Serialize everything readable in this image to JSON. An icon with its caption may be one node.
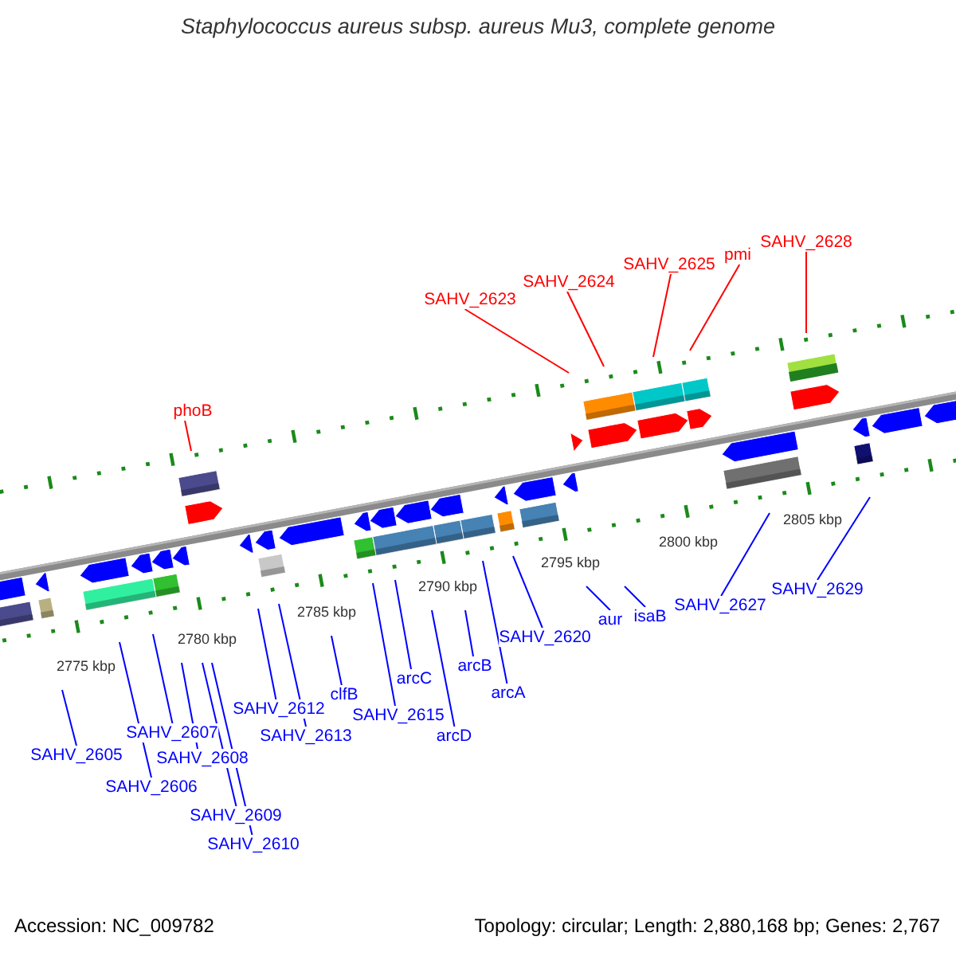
{
  "diagram": {
    "title": "Staphylococcus aureus subsp. aureus Mu3, complete genome",
    "nodes": [
      {
        "text": [
          "phoB"
        ]
      },
      {
        "text": [
          "SAHV_2623"
        ]
      },
      {
        "text": [
          "SAHV_2624"
        ]
      },
      {
        "text": [
          "SAHV_2625"
        ]
      },
      {
        "text": [
          "pmi"
        ]
      },
      {
        "text": [
          "SAHV_2628"
        ]
      },
      {
        "text": [
          "SAHV_2605"
        ]
      },
      {
        "text": [
          "SAHV_2606"
        ]
      },
      {
        "text": [
          "SAHV_2607"
        ]
      },
      {
        "text": [
          "SAHV_2608"
        ]
      },
      {
        "text": [
          "SAHV_2609"
        ]
      },
      {
        "text": [
          "SAHV_2610"
        ]
      },
      {
        "text": [
          "SAHV_2612"
        ]
      },
      {
        "text": [
          "SAHV_2613"
        ]
      },
      {
        "text": [
          "clfB"
        ]
      },
      {
        "text": [
          "SAHV_2615"
        ]
      },
      {
        "text": [
          "arcC"
        ]
      },
      {
        "text": [
          "arcD"
        ]
      },
      {
        "text": [
          "arcB"
        ]
      },
      {
        "text": [
          "arcA"
        ]
      },
      {
        "text": [
          "SAHV_2620"
        ]
      },
      {
        "text": [
          "aur"
        ]
      },
      {
        "text": [
          "isaB"
        ]
      },
      {
        "text": [
          "SAHV_2627"
        ]
      },
      {
        "text": [
          "SAHV_2629"
        ]
      }
    ],
    "edges": [
      {
        "from": 0,
        "to": null,
        "arrow": "none",
        "color": "#ff0000"
      },
      {
        "from": 1,
        "to": null,
        "arrow": "none",
        "color": "#ff0000"
      },
      {
        "from": 2,
        "to": null,
        "arrow": "none",
        "color": "#ff0000"
      },
      {
        "from": 3,
        "to": null,
        "arrow": "none",
        "color": "#ff0000"
      },
      {
        "from": 4,
        "to": null,
        "arrow": "none",
        "color": "#ff0000"
      },
      {
        "from": 5,
        "to": null,
        "arrow": "none",
        "color": "#ff0000"
      },
      {
        "from": 6,
        "to": null,
        "arrow": "none"
      },
      {
        "from": 7,
        "to": null,
        "arrow": "none"
      },
      {
        "from": 8,
        "to": null,
        "arrow": "none"
      },
      {
        "from": 9,
        "to": null,
        "arrow": "none"
      },
      {
        "from": 10,
        "to": null,
        "arrow": "none"
      },
      {
        "from": 11,
        "to": null,
        "arrow": "none"
      },
      {
        "from": 12,
        "to": null,
        "arrow": "none"
      },
      {
        "from": 13,
        "to": null,
        "arrow": "none"
      },
      {
        "from": 14,
        "to": null,
        "arrow": "none"
      },
      {
        "from": 15,
        "to": null,
        "arrow": "none"
      },
      {
        "from": 16,
        "to": null,
        "arrow": "none"
      },
      {
        "from": 17,
        "to": null,
        "arrow": "none"
      },
      {
        "from": 18,
        "to": null,
        "arrow": "none"
      },
      {
        "from": 19,
        "to": null,
        "arrow": "none"
      },
      {
        "from": 20,
        "to": null,
        "arrow": "none"
      },
      {
        "from": 21,
        "to": null,
        "arrow": "none"
      },
      {
        "from": 22,
        "to": null,
        "arrow": "none"
      },
      {
        "from": 23,
        "to": null,
        "arrow": "none"
      },
      {
        "from": 24,
        "to": null,
        "arrow": "none"
      }
    ],
    "labels": [
      "2775 kbp",
      "2780 kbp",
      "2785 kbp",
      "2790 kbp",
      "2795 kbp",
      "2800 kbp",
      "2805 kbp",
      "Accession: NC_009782",
      "Topology: circular; Length: 2,880,168 bp; Genes: 2,767"
    ]
  }
}
